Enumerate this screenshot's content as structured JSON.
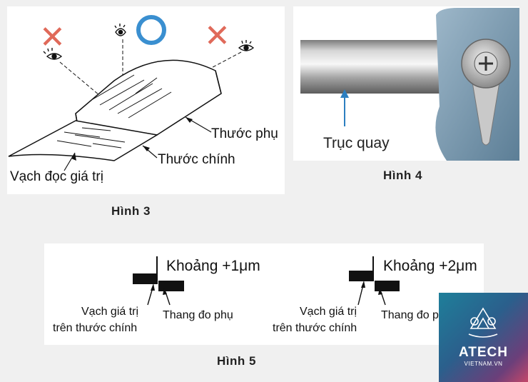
{
  "figure3": {
    "caption": "Hình 3",
    "label_aux_scale": "Thước phụ",
    "label_main_scale": "Thước chính",
    "label_reading_line": "Vạch đọc giá trị",
    "mark_wrong": "✕",
    "mark_correct": "○"
  },
  "figure4": {
    "caption": "Hình 4",
    "label_spindle": "Trục quay"
  },
  "figure5": {
    "caption": "Hình 5",
    "left": {
      "gap_label": "Khoảng +1μm",
      "main_line_label_1": "Vạch giá trị",
      "main_line_label_2": "trên thước chính",
      "aux_label": "Thang đo phụ"
    },
    "right": {
      "gap_label": "Khoảng +2μm",
      "main_line_label_1": "Vạch giá trị",
      "main_line_label_2": "trên thước chính",
      "aux_label": "Thang đo phụ"
    }
  },
  "logo": {
    "brand": "ATECH",
    "site": "VIETNAM.VN"
  },
  "colors": {
    "wrong_mark": "#e06a5a",
    "correct_mark": "#3a8fd0",
    "arrow_blue": "#2c7fc0",
    "marks_black": "#111111"
  }
}
